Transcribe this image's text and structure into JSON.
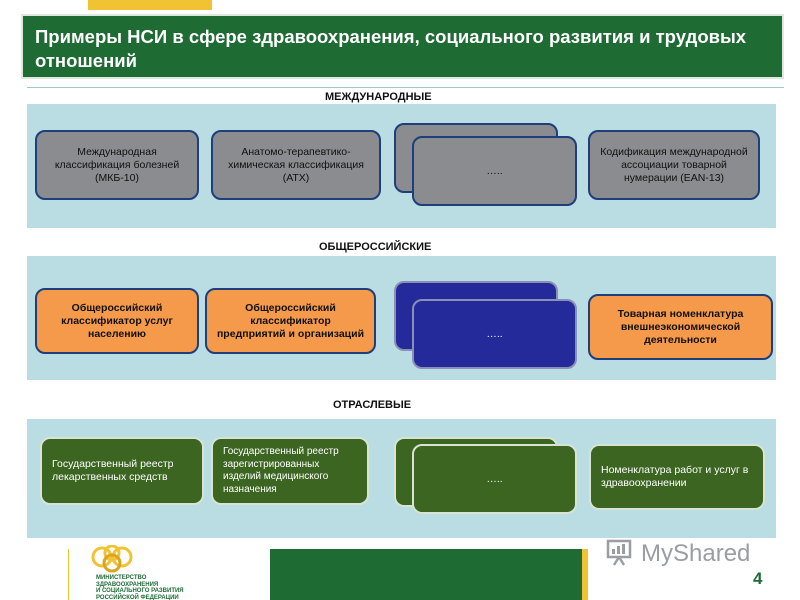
{
  "header": {
    "title": "Примеры НСИ в сфере здравоохранения, социального развития и трудовых отношений"
  },
  "sections": [
    {
      "label": "МЕЖДУНАРОДНЫЕ",
      "items": [
        "Международная классификация болезней (МКБ-10)",
        "Анатомо-терапевтико-химическая классификация (АТХ)",
        "",
        "…..",
        "Кодификация международной ассоциации товарной нумерации (EAN-13)"
      ]
    },
    {
      "label": "ОБЩЕРОССИЙСКИЕ",
      "items": [
        "Общероссийский классификатор услуг населению",
        "Общероссийский классификатор предприятий и организаций",
        "",
        "…..",
        "Товарная номенклатура внешнеэкономической деятельности"
      ]
    },
    {
      "label": "ОТРАСЛЕВЫЕ",
      "items": [
        "Государственный реестр лекарственных средств",
        "Государственный реестр зарегистрированных изделий медицинского назначения",
        "",
        "…..",
        "Номенклатура работ и услуг в здравоохранении"
      ]
    }
  ],
  "footer": {
    "ministry": "МИНИСТЕРСТВО\nЗДРАВООХРАНЕНИЯ\nИ СОЦИАЛЬНОГО РАЗВИТИЯ\nРОССИЙСКОЙ ФЕДЕРАЦИИ",
    "watermark": "MyShared",
    "page_number": "4"
  },
  "colors": {
    "header_green": "#1e6b34",
    "accent_yellow": "#f1c232",
    "band_blue": "#b9dde2",
    "gray_box": "#8a8c8f",
    "orange_box": "#f59a4a",
    "navy_box": "#242a9a",
    "green_box": "#3b6520"
  },
  "icons": [
    "ministry-logo",
    "myshared-presentation-icon"
  ]
}
